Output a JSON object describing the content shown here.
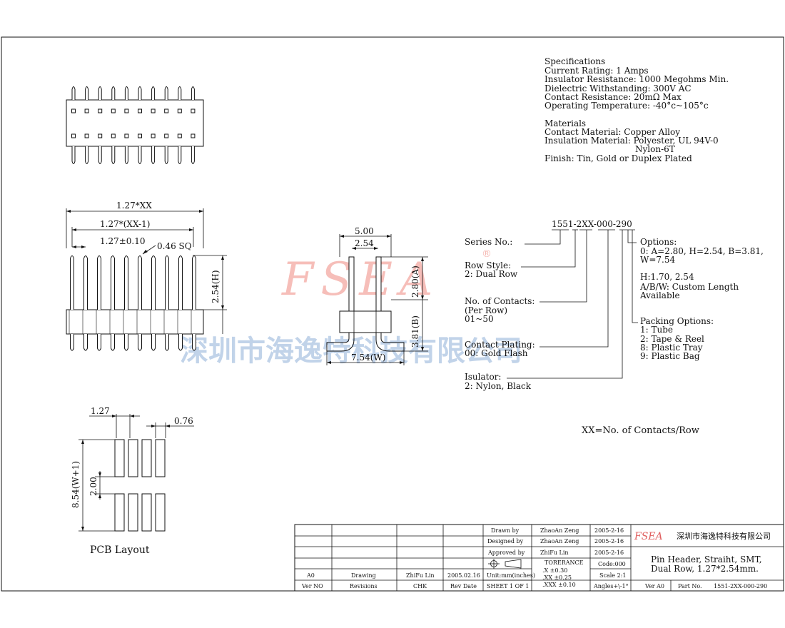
{
  "specs": {
    "heading": "Specifications",
    "lines": [
      "Current Rating: 1 Amps",
      "Insulator Resistance: 1000 Megohms Min.",
      "Dielectric Withstanding: 300V AC",
      "Contact Resistance: 20mΩ Max",
      "Operating Temperature: -40°c~105°c"
    ]
  },
  "materials": {
    "heading": "Materials",
    "lines": [
      "Contact Material: Copper Alloy",
      "Insulation Material: Polyester, UL 94V-0",
      "Nylon-6T",
      "Finish: Tin, Gold or Duplex Plated"
    ]
  },
  "front_view": {
    "dim_total": "1.27*XX",
    "dim_minus": "1.27*(XX-1)",
    "dim_pitch": "1.27±0.10",
    "dim_sq": "0.46  SQ",
    "dim_h": "2.54(H)"
  },
  "side_view": {
    "dim_top": "5.00",
    "dim_pitch": "2.54",
    "dim_a": "2.80(A)",
    "dim_b": "3.81(B)",
    "dim_w": "7.54(W)"
  },
  "part_code": {
    "number": "1551-2XX-000-290",
    "series_label": "Series No.:",
    "row_style": [
      "Row Style:",
      "2: Dual Row"
    ],
    "contacts": [
      "No. of Contacts:",
      "(Per Row)",
      "01~50"
    ],
    "plating": [
      "Contact Plating:",
      "00: Gold Flash"
    ],
    "insulator": [
      "Isulator:",
      "2: Nylon, Black"
    ],
    "options": [
      "Options:",
      "0: A=2.80, H=2.54, B=3.81,",
      "W=7.54",
      "",
      "H:1.70, 2.54",
      "A/B/W: Custom Length",
      "Available"
    ],
    "packing": [
      "Packing Options:",
      "1: Tube",
      "2: Tape & Reel",
      "8: Plastic Tray",
      "9: Plastic Bag"
    ]
  },
  "xx_note": "XX=No. of Contacts/Row",
  "pcb": {
    "title": "PCB Layout",
    "dim_pitch": "1.27",
    "dim_pad": "0.76",
    "dim_total": "8.54(W+1)",
    "dim_gap": "2.00"
  },
  "watermark": {
    "latin": "FSEA",
    "reg": "®",
    "chinese": "深圳市海逸特科技有限公司"
  },
  "title_block": {
    "drawn_label": "Drawn  by",
    "drawn_name": "ZhaoAn Zeng",
    "drawn_date": "2005-2-16",
    "designed_label": "Designed by",
    "designed_name": "ZhaoAn Zeng",
    "designed_date": "2005-2-16",
    "approved_label": "Approved by",
    "approved_name": "ZhiFu Lin",
    "approved_date": "2005-2-16",
    "tolerance_label": "TORERANCE",
    "tol_x": ".X     ±0.30",
    "tol_xx": ".XX    ±0.25",
    "tol_xxx": ".XXX   ±0.10",
    "code": "Code:000",
    "scale": "Scale 2:1",
    "angles": "Angles+\\-1°",
    "units": "Unit:mm(inches)",
    "sheet": "SHEET 1 OF 1",
    "rev_a0": "A0",
    "rev_drawing": "Drawing",
    "rev_chk": "ZhiFu Lin",
    "rev_date": "2005.02.16",
    "hdr_ver": "Ver NO",
    "hdr_revisions": "Revisions",
    "hdr_chk": "CHK",
    "hdr_revdate": "Rev Date",
    "company_brand": "FSEA",
    "company_name": "深圳市海逸特科技有限公司",
    "title_line1": "Pin Header, Straiht, SMT,",
    "title_line2": "Dual Row, 1.27*2.54mm.",
    "ver": "Ver A0",
    "part_label": "Part No.",
    "part_no": "1551-2XX-000-290"
  }
}
